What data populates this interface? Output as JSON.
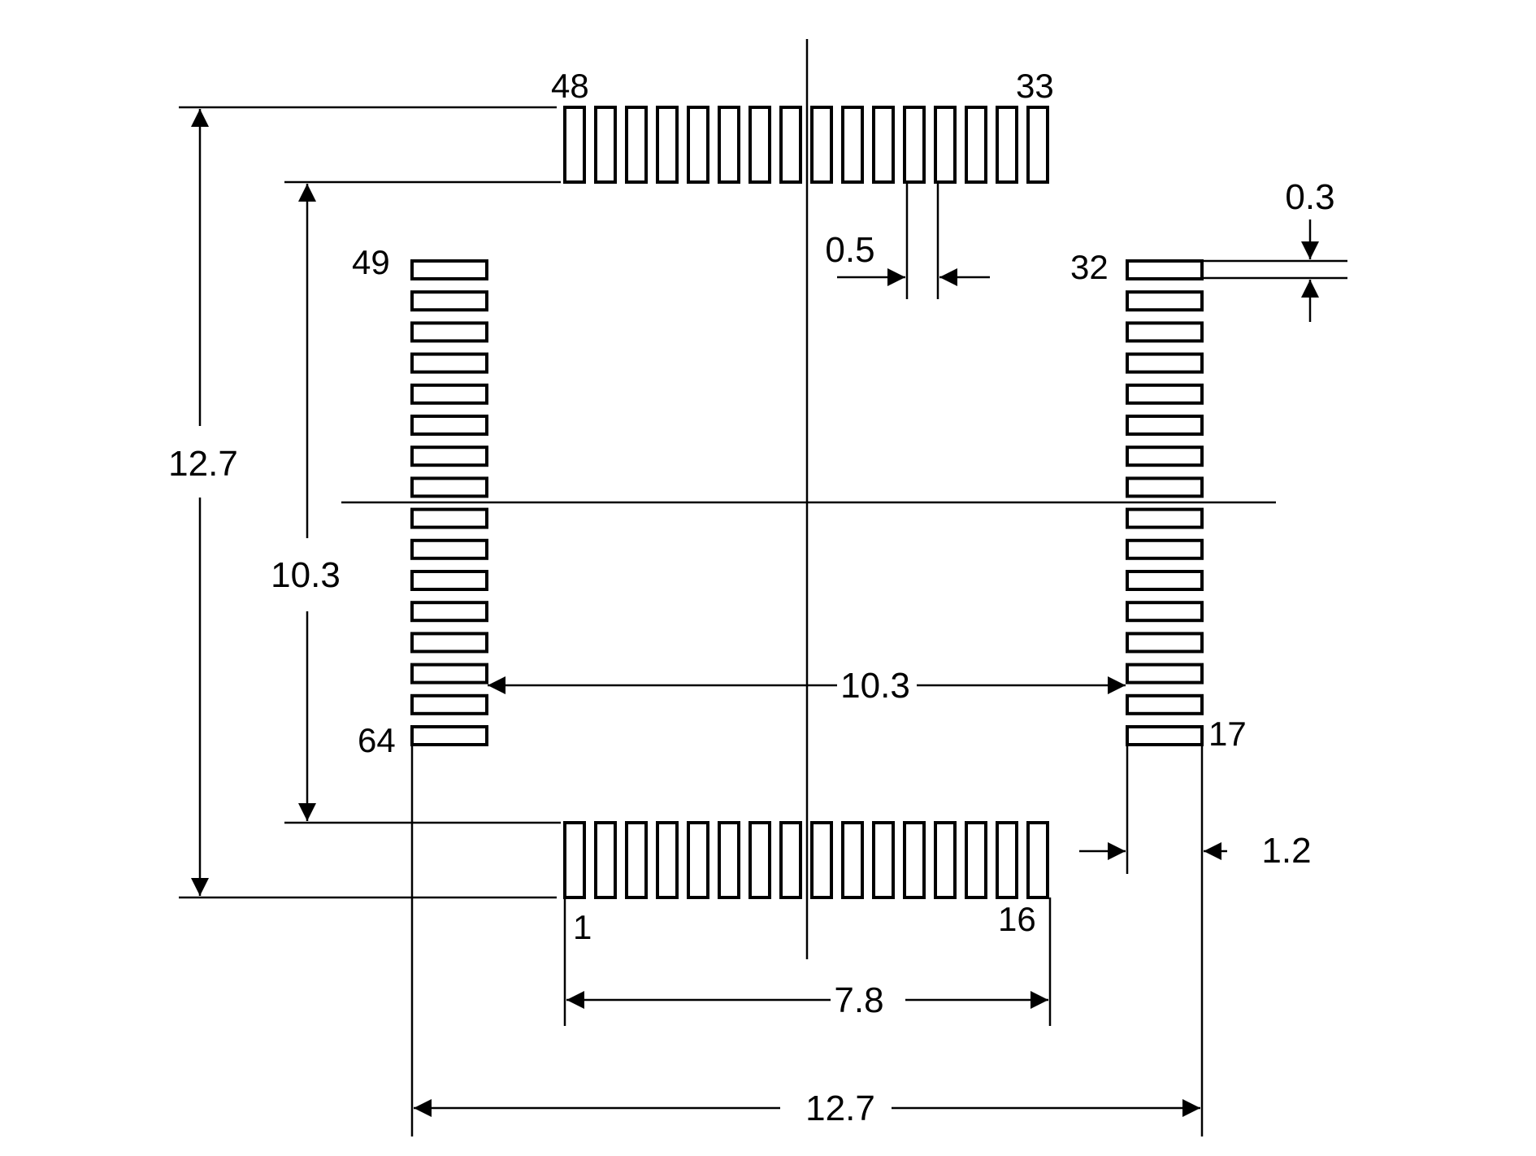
{
  "diagram": {
    "pin_labels": {
      "top_left": "48",
      "top_right": "33",
      "left_top": "49",
      "left_bottom": "64",
      "right_top": "32",
      "right_bottom": "17",
      "bottom_left": "1",
      "bottom_right": "16"
    },
    "dimensions": {
      "outer_height": "12.7",
      "inner_height": "10.3",
      "inner_width": "10.3",
      "pad_row_length": "7.8",
      "outer_width": "12.7",
      "pitch": "0.5",
      "pad_width": "0.3",
      "pad_length": "1.2"
    },
    "pads_per_side": 16
  }
}
